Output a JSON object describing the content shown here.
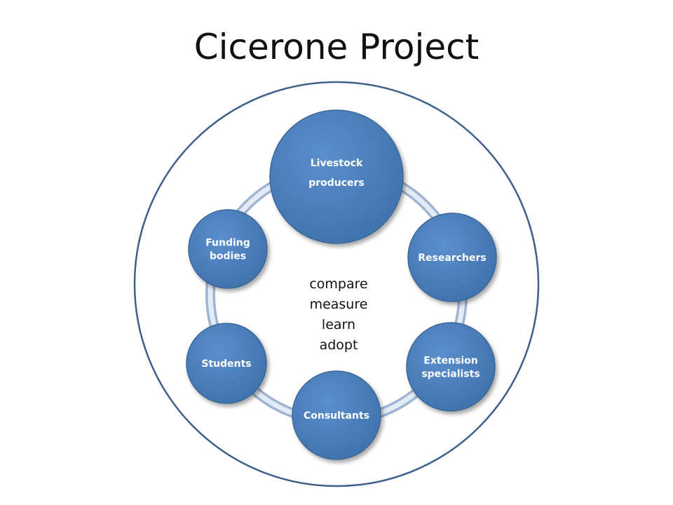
{
  "title": "Cicerone Project",
  "colors": {
    "node_fill": "#4f81bd",
    "node_edge": "#3a6898",
    "outer_ring": "#3f5f8c",
    "connector": "#b9c9e0"
  },
  "cycle": {
    "center_words": [
      "compare",
      "measure",
      "learn",
      "adopt"
    ],
    "nodes": [
      {
        "id": "livestock-producers",
        "lines": [
          "Livestock",
          "producers"
        ],
        "emphasis": "large"
      },
      {
        "id": "researchers",
        "lines": [
          "Researchers"
        ],
        "emphasis": "normal"
      },
      {
        "id": "extension-specialists",
        "lines": [
          "Extension",
          "specialists"
        ],
        "emphasis": "normal"
      },
      {
        "id": "consultants",
        "lines": [
          "Consultants"
        ],
        "emphasis": "normal"
      },
      {
        "id": "students",
        "lines": [
          "Students"
        ],
        "emphasis": "normal"
      },
      {
        "id": "funding-bodies",
        "lines": [
          "Funding",
          "bodies"
        ],
        "emphasis": "normal"
      }
    ]
  }
}
